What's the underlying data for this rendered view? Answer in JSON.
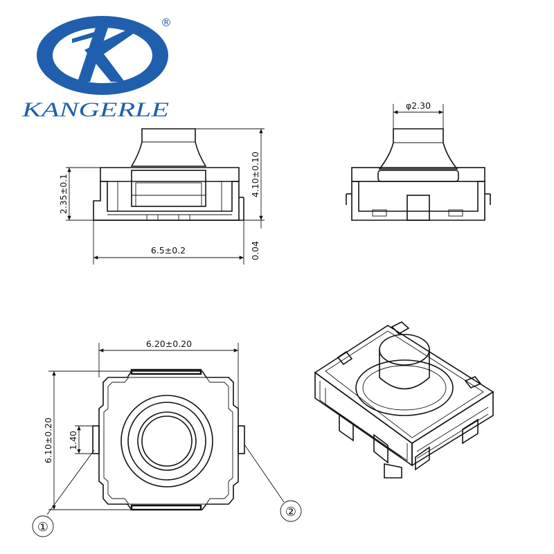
{
  "brand": {
    "name": "KANGERLE",
    "registered_mark": "®",
    "logo_letters": "K",
    "color": "#1f5fae"
  },
  "dimensions": {
    "front_height_body": "2.35±0.1",
    "front_height_total": "4.10±0.10",
    "front_width": "6.5±0.2",
    "front_standoff": "0.04",
    "side_stem_diameter": "φ2.30",
    "top_width": "6.20±0.20",
    "top_height": "6.10±0.20",
    "top_terminal": "1.40"
  },
  "callouts": {
    "terminal_1": "①",
    "terminal_2": "②"
  }
}
